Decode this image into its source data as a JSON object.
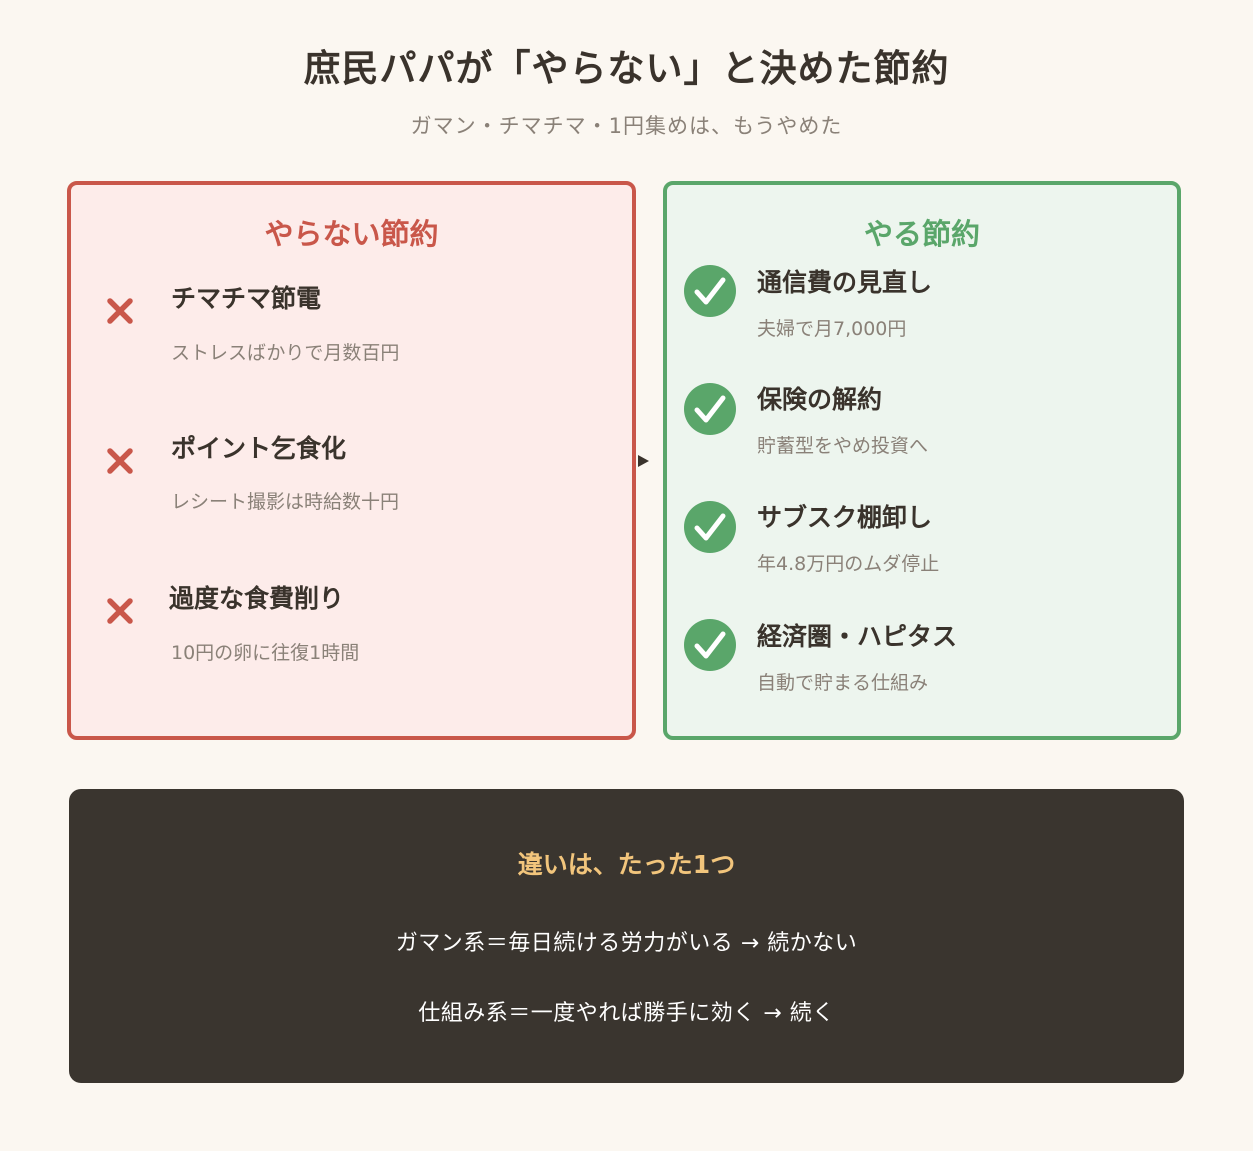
{
  "header": {
    "title": "庶民パパが「やらない」と決めた節約",
    "subtitle": "ガマン・チマチマ・1円集めは、もうやめた"
  },
  "dont_panel": {
    "title": "やらない節約",
    "items": [
      {
        "title": "チマチマ節電",
        "desc": "ストレスばかりで月数百円",
        "icon": "x-icon"
      },
      {
        "title": "ポイント乞食化",
        "desc": "レシート撮影は時給数十円",
        "icon": "x-icon"
      },
      {
        "title": "過度な食費削り",
        "desc": "10円の卵に往復1時間",
        "icon": "x-icon"
      }
    ]
  },
  "do_panel": {
    "title": "やる節約",
    "items": [
      {
        "title": "通信費の見直し",
        "desc": "夫婦で月7,000円",
        "icon": "check-icon"
      },
      {
        "title": "保険の解約",
        "desc": "貯蓄型をやめ投資へ",
        "icon": "check-icon"
      },
      {
        "title": "サブスク棚卸し",
        "desc": "年4.8万円のムダ停止",
        "icon": "check-icon"
      },
      {
        "title": "経済圏・ハピタス",
        "desc": "自動で貯まる仕組み",
        "icon": "check-icon"
      }
    ]
  },
  "summary": {
    "title": "違いは、たった1つ",
    "line1": "ガマン系＝毎日続ける労力がいる → 続かない",
    "line2": "仕組み系＝一度やれば勝手に効く → 続く"
  },
  "colors": {
    "background": "#fbf7f1",
    "bad": "#c9574a",
    "bad_bg": "#fdecea",
    "good": "#5aa66a",
    "good_bg": "#edf5ee",
    "summary_bg": "#3a352f",
    "summary_title": "#f2c57c"
  }
}
